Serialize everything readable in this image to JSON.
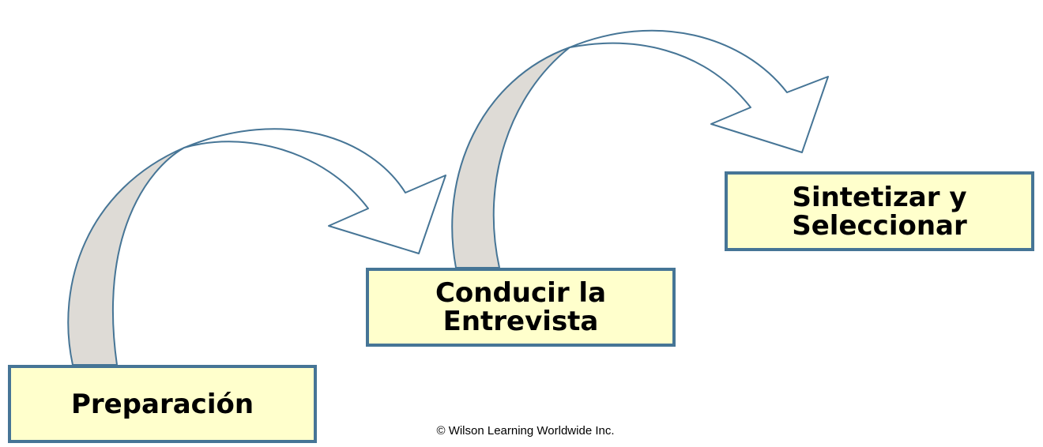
{
  "diagram": {
    "stages": [
      {
        "id": "preparacion",
        "label": "Preparación"
      },
      {
        "id": "conducir",
        "label": "Conducir la\nEntrevista"
      },
      {
        "id": "sintetizar",
        "label": "Sintetizar y\nSeleccionar"
      }
    ],
    "copyright": "© Wilson Learning Worldwide Inc.",
    "colors": {
      "box_fill": "#ffffcc",
      "box_border": "#467596",
      "arrow_stroke": "#467596",
      "arrow_underside": "#dedbd6",
      "arrow_front": "#ffffff"
    }
  }
}
